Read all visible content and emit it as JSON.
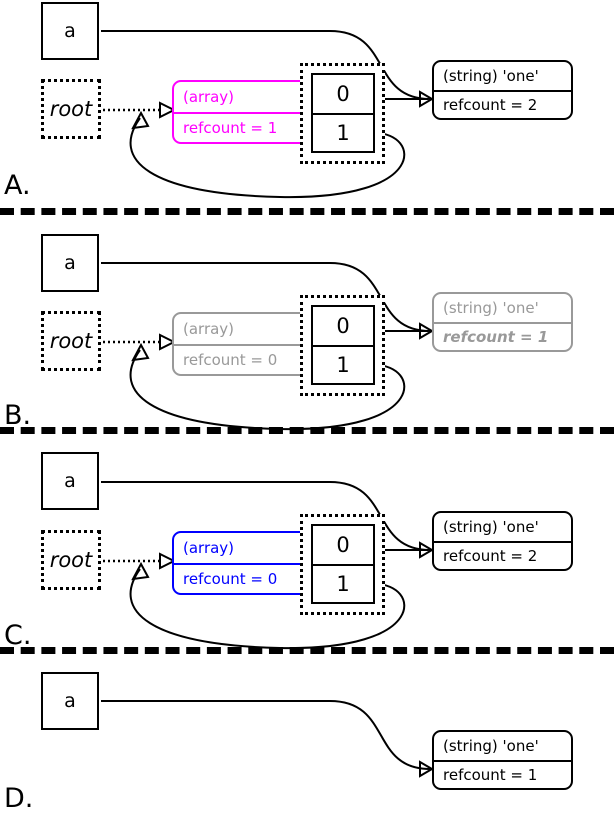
{
  "diagram": {
    "title": "PHP reference counting / garbage collection states",
    "colors": {
      "magenta": "#ff00ff",
      "blue": "#0000ff",
      "gray": "#999999",
      "black": "#000000"
    }
  },
  "panels": [
    {
      "label": "A.",
      "variable": {
        "name": "a"
      },
      "root": {
        "name": "root"
      },
      "array": {
        "type_label": "(array)",
        "refcount_label": "refcount = 1",
        "color": "#ff00ff",
        "state": "highlighted-magenta"
      },
      "cells": [
        {
          "index": "0"
        },
        {
          "index": "1"
        }
      ],
      "string": {
        "type_label": "(string) 'one'",
        "refcount_label": "refcount = 2",
        "color": "#000000",
        "state": "normal"
      }
    },
    {
      "label": "B.",
      "variable": {
        "name": "a"
      },
      "root": {
        "name": "root"
      },
      "array": {
        "type_label": "(array)",
        "refcount_label": "refcount = 0",
        "color": "#999999",
        "state": "dimmed-gray"
      },
      "cells": [
        {
          "index": "0"
        },
        {
          "index": "1"
        }
      ],
      "string": {
        "type_label": "(string) 'one'",
        "refcount_label": "refcount = 1",
        "color": "#999999",
        "state": "dimmed-gray-bold-italic"
      }
    },
    {
      "label": "C.",
      "variable": {
        "name": "a"
      },
      "root": {
        "name": "root"
      },
      "array": {
        "type_label": "(array)",
        "refcount_label": "refcount = 0",
        "color": "#0000ff",
        "state": "highlighted-blue"
      },
      "cells": [
        {
          "index": "0"
        },
        {
          "index": "1"
        }
      ],
      "string": {
        "type_label": "(string) 'one'",
        "refcount_label": "refcount = 2",
        "color": "#000000",
        "state": "normal"
      }
    },
    {
      "label": "D.",
      "variable": {
        "name": "a"
      },
      "string": {
        "type_label": "(string) 'one'",
        "refcount_label": "refcount = 1",
        "color": "#000000",
        "state": "normal"
      }
    }
  ]
}
